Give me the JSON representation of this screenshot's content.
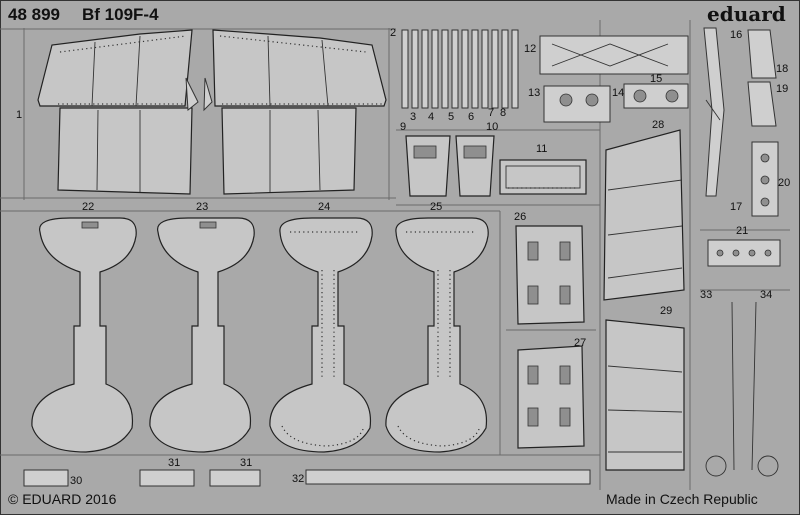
{
  "header": {
    "set_number": "48 899",
    "model": "Bf 109F-4",
    "brand": "eduard"
  },
  "footer": {
    "copyright": "© EDUARD 2016",
    "origin": "Made in Czech Republic"
  },
  "part_numbers": {
    "p1": "1",
    "p2": "2",
    "p3": "3",
    "p4": "4",
    "p5": "5",
    "p6": "6",
    "p7": "7",
    "p8": "8",
    "p9": "9",
    "p10": "10",
    "p11": "11",
    "p12": "12",
    "p13": "13",
    "p14": "14",
    "p15": "15",
    "p16": "16",
    "p17": "17",
    "p18": "18",
    "p19": "19",
    "p20": "20",
    "p21": "21",
    "p22": "22",
    "p23": "23",
    "p24": "24",
    "p25": "25",
    "p26": "26",
    "p27": "27",
    "p28": "28",
    "p29": "29",
    "p30": "30",
    "p31a": "31",
    "p31b": "31",
    "p32": "32",
    "p33": "33",
    "p34": "34"
  },
  "colors": {
    "fret": "#a9a9a9",
    "part": "#c6c6c6",
    "outline": "#222222"
  }
}
